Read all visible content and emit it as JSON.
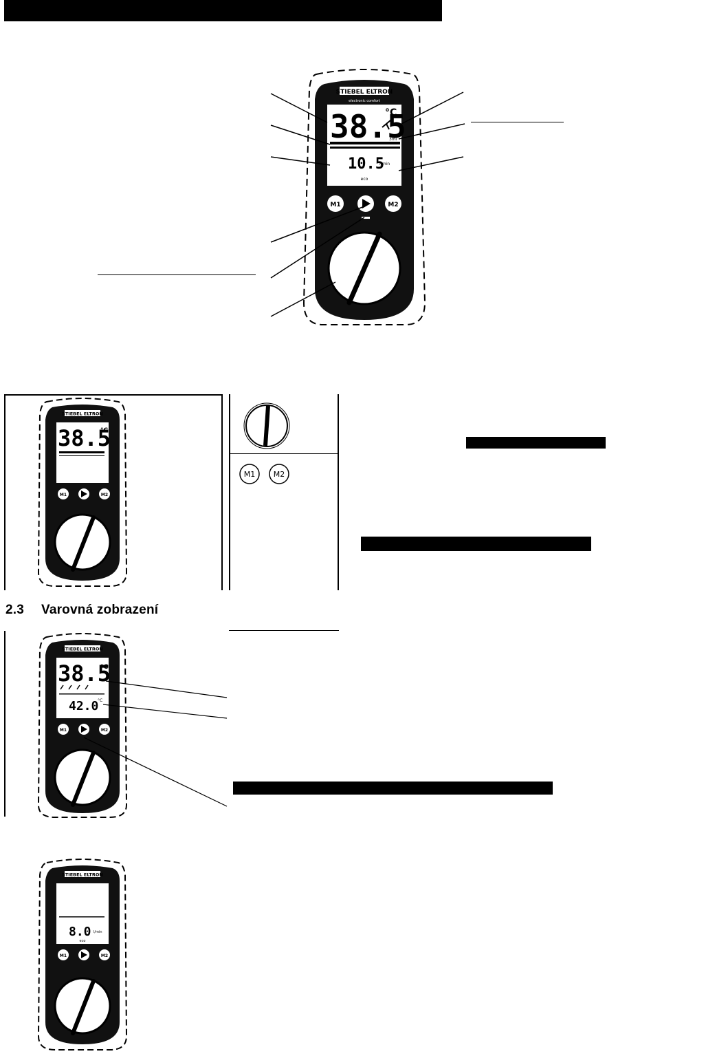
{
  "section": {
    "number": "2.3",
    "title": "Varovná zobrazení"
  },
  "device": {
    "brand": "STIEBEL ELTRON",
    "tagline": "electronic comfort",
    "unit_celsius": "°C",
    "buttons": {
      "m1": "M1",
      "play": "▶",
      "m2": "M2"
    }
  },
  "figure_main": {
    "temperature": "38.5",
    "flow": "10.5",
    "flow_unit": "l/min",
    "mode": "eco",
    "small_unit": "3mi"
  },
  "figure_standard": {
    "temperature": "38.5"
  },
  "figure_warning": {
    "temperature": "38.5",
    "secondary": "42.0",
    "secondary_unit": "°C"
  },
  "figure_flow": {
    "flow": "8.0",
    "flow_unit": "l/min",
    "mode": "eco"
  },
  "table": {
    "memory_labels": [
      "M1",
      "M2"
    ]
  }
}
